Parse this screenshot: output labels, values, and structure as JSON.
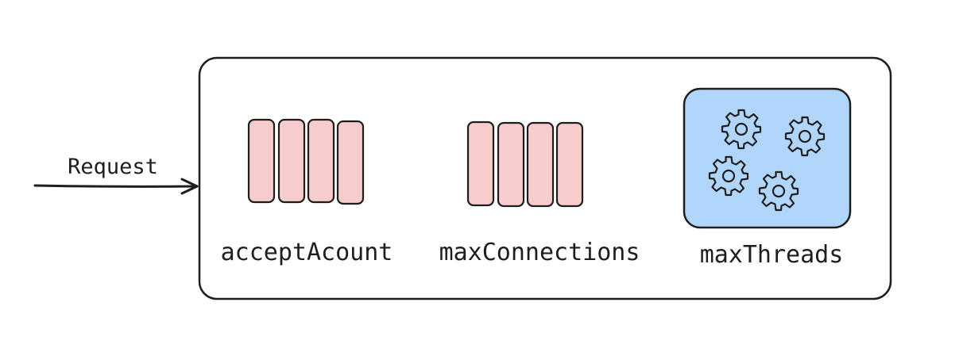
{
  "labels": {
    "request": "Request",
    "accept_count": "acceptAcount",
    "max_connections": "maxConnections",
    "max_threads": "maxThreads"
  },
  "colors": {
    "stroke": "#1e1e1e",
    "queue_fill": "#f7cccc",
    "thread_pool_fill": "#b1d6fb",
    "background": "#ffffff"
  },
  "icons": {
    "gear": "gear-icon",
    "arrow": "arrow-right-icon"
  },
  "diagram": {
    "accept_count_slots": 4,
    "max_connections_slots": 4,
    "thread_gears": 4
  }
}
